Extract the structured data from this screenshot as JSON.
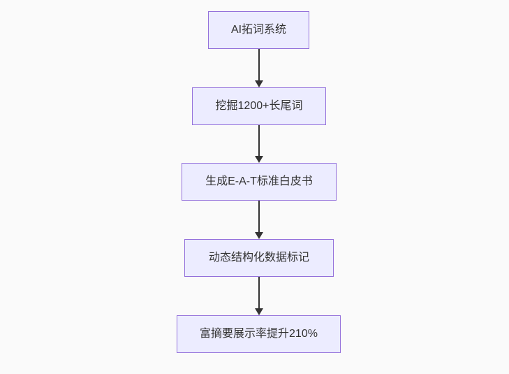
{
  "page": {
    "background_color": "#fafafa"
  },
  "chart_data": {
    "type": "flowchart",
    "direction": "top-down",
    "node_fill_color": "#ECECFF",
    "node_border_color": "#9370DB",
    "text_color": "#333333",
    "arrow_color": "#333333",
    "nodes": [
      {
        "label": "AI拓词系统"
      },
      {
        "label": "挖掘1200+长尾词"
      },
      {
        "label": "生成E-A-T标准白皮书"
      },
      {
        "label": "动态结构化数据标记"
      },
      {
        "label": "富摘要展示率提升210%"
      }
    ],
    "edges": [
      {
        "from": 0,
        "to": 1
      },
      {
        "from": 1,
        "to": 2
      },
      {
        "from": 2,
        "to": 3
      },
      {
        "from": 3,
        "to": 4
      }
    ]
  }
}
